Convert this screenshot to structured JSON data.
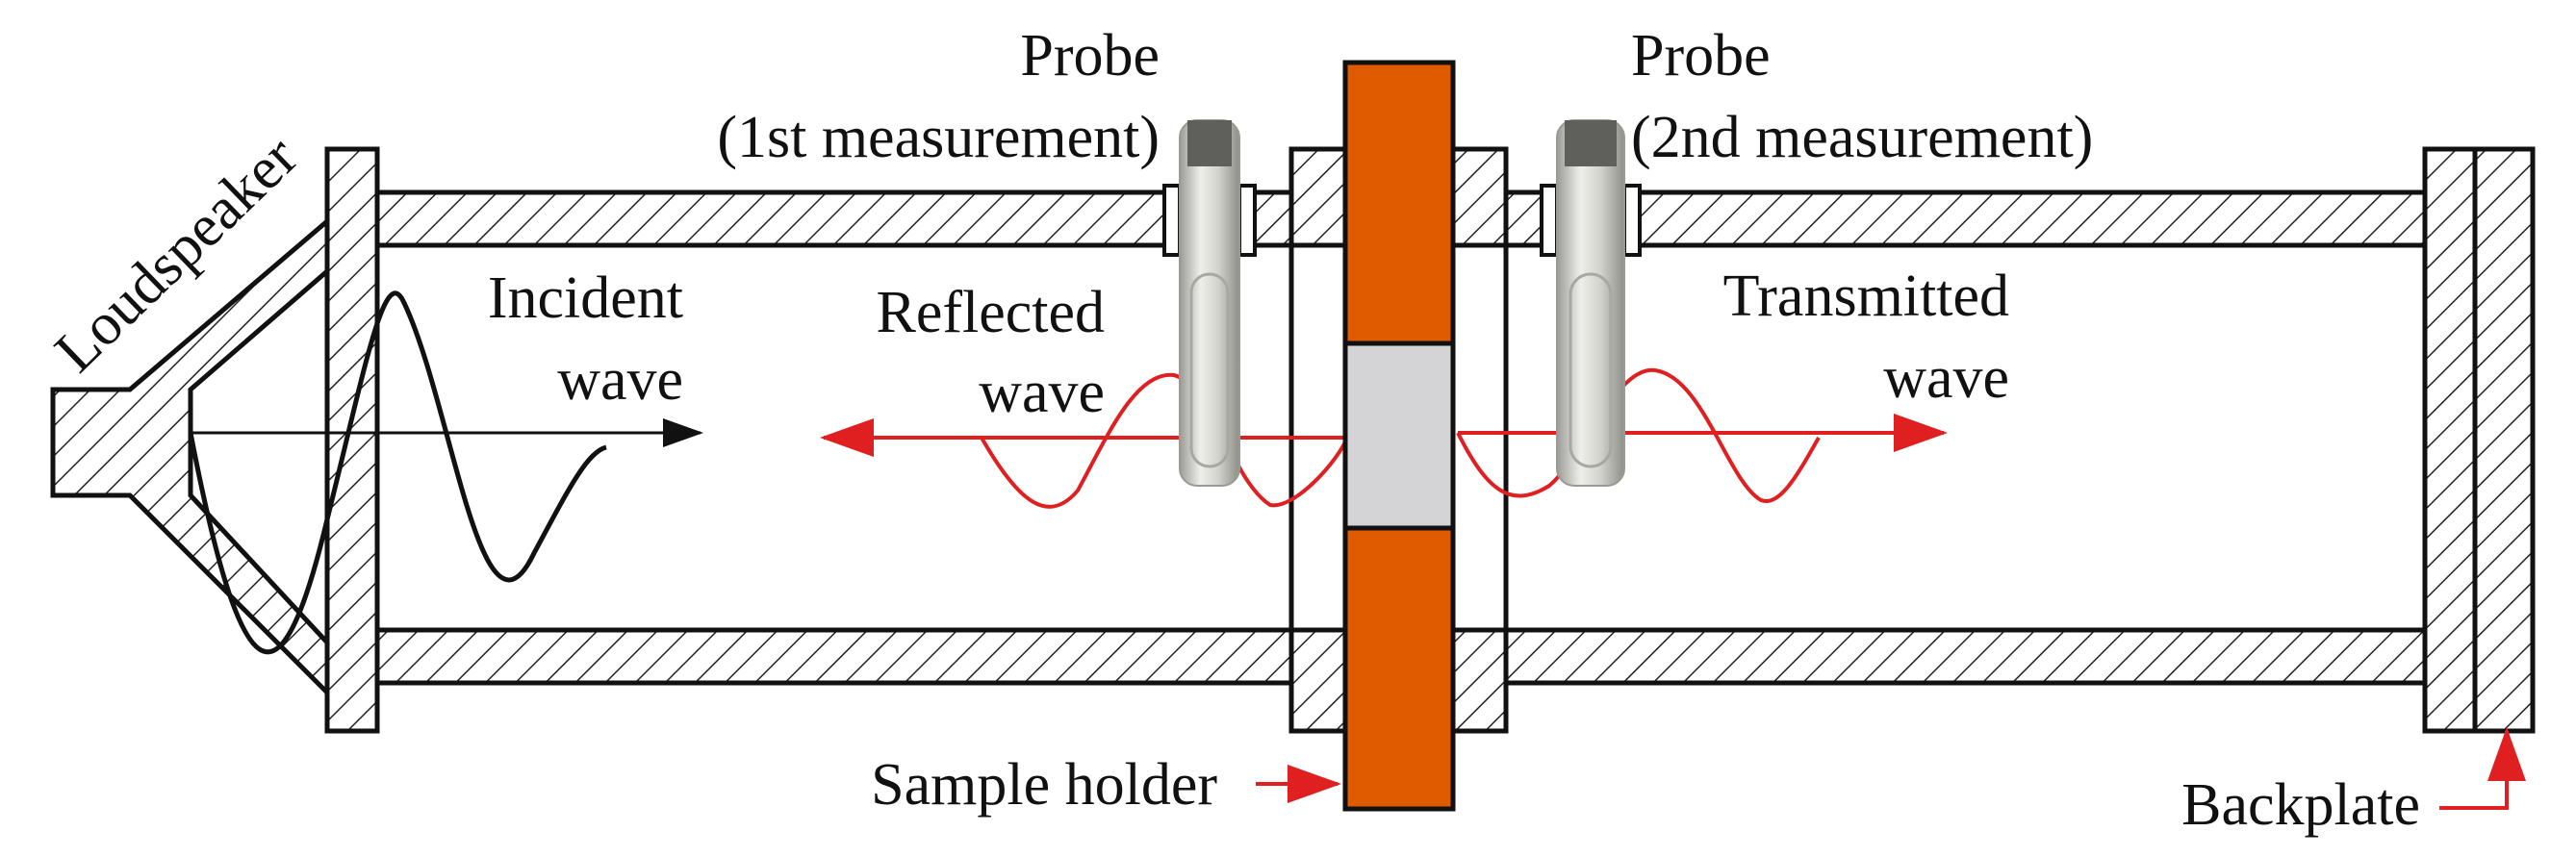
{
  "labels": {
    "loudspeaker": "Loudspeaker",
    "incident_line1": "Incident",
    "incident_line2": "wave",
    "reflected_line1": "Reflected",
    "reflected_line2": "wave",
    "transmitted_line1": "Transmitted",
    "transmitted_line2": "wave",
    "probe1_title": "Probe",
    "probe1_sub": "(1st measurement)",
    "probe2_title": "Probe",
    "probe2_sub": "(2nd measurement)",
    "sample_holder": "Sample holder",
    "backplate": "Backplate"
  },
  "colors": {
    "outline": "#111111",
    "hatch": "#222222",
    "holder": "#e05a00",
    "sample": "#d4d4d6",
    "wave_reflected": "#e02020",
    "wave_incident": "#111111",
    "probe_metal": "#c9c9c4"
  },
  "icons": {
    "probe": "microphone-probe-icon"
  }
}
